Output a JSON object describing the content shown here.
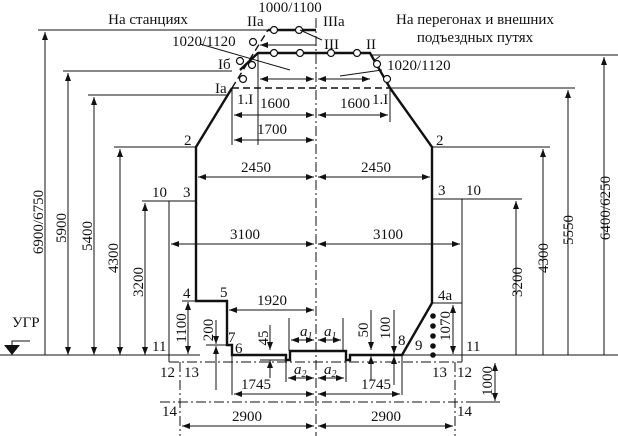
{
  "captions": {
    "stations": "На станциях",
    "hauls_line1": "На перегонах и внешних",
    "hauls_line2": "подъездных путях",
    "ground": "УГР"
  },
  "heights_left": [
    "6900/6750",
    "5900",
    "5400",
    "4300",
    "3200",
    "1100",
    "200",
    "45"
  ],
  "heights_right": [
    "6400/6250",
    "5550",
    "4300",
    "3200",
    "1070",
    "1000",
    "100",
    "50"
  ],
  "widths": {
    "top": "1000/1100",
    "w1600": "1600",
    "w1700": "1700",
    "w2450": "2450",
    "w3100": "3100",
    "w1920": "1920",
    "w1745": "1745",
    "w2900": "2900",
    "a1": "a",
    "a1_sub": "1",
    "a2": "a",
    "a2_sub": "2"
  },
  "side_labels": {
    "left": "1020/1120",
    "right": "1020/1120"
  },
  "points": {
    "IIa": "IIa",
    "IIIa": "IIIa",
    "III": "III",
    "II": "II",
    "Ib": "Iб",
    "Ia": "Ia",
    "p11l": "1.I",
    "p11r": "1.I",
    "p2": "2",
    "p3": "3",
    "p10": "10",
    "p4": "4",
    "p4a": "4a",
    "p5": "5",
    "p6": "6",
    "p7": "7",
    "p8": "8",
    "p9": "9",
    "p11": "11",
    "p12": "12",
    "p13": "13",
    "p14": "14"
  }
}
